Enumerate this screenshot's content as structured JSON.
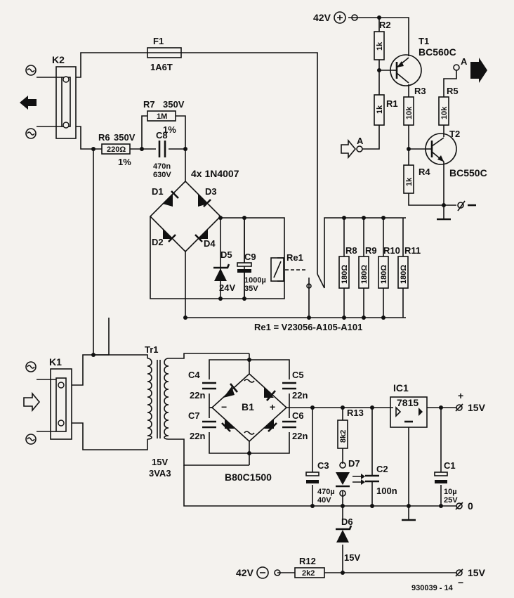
{
  "title": "",
  "figure_id": "930039 - 14",
  "supplies": {
    "plus42": "42V",
    "minus42": "42V",
    "out_plus": "15V",
    "out_zero": "0",
    "out_minus": "15V",
    "plus_sign": "+",
    "minus_sign": "−"
  },
  "connectors": {
    "k1": "K1",
    "k2": "K2",
    "node_a": "A"
  },
  "fuse": {
    "name": "F1",
    "value": "1A6T"
  },
  "resistors": {
    "r1": {
      "name": "R1",
      "value": "1k"
    },
    "r2": {
      "name": "R2",
      "value": "1k"
    },
    "r3": {
      "name": "R3",
      "value": "10k"
    },
    "r4": {
      "name": "R4",
      "value": "1k"
    },
    "r5": {
      "name": "R5",
      "value": "10k"
    },
    "r6": {
      "name": "R6",
      "value": "220Ω",
      "rating": "350V",
      "tol": "1%"
    },
    "r7": {
      "name": "R7",
      "value": "1M",
      "rating": "350V",
      "tol": "1%"
    },
    "r8": {
      "name": "R8",
      "value": "180Ω"
    },
    "r9": {
      "name": "R9",
      "value": "180Ω"
    },
    "r10": {
      "name": "R10",
      "value": "180Ω"
    },
    "r11": {
      "name": "R11",
      "value": "180Ω"
    },
    "r12": {
      "name": "R12",
      "value": "2k2"
    },
    "r13": {
      "name": "R13",
      "value": "8k2"
    }
  },
  "capacitors": {
    "c1": {
      "name": "C1",
      "value": "10µ",
      "rating": "25V"
    },
    "c2": {
      "name": "C2",
      "value": "100n"
    },
    "c3": {
      "name": "C3",
      "value": "470µ",
      "rating": "40V"
    },
    "c4": {
      "name": "C4",
      "value": "22n"
    },
    "c5": {
      "name": "C5",
      "value": "22n"
    },
    "c6": {
      "name": "C6",
      "value": "22n"
    },
    "c7": {
      "name": "C7",
      "value": "22n"
    },
    "c8": {
      "name": "C8",
      "value": "470n",
      "rating": "630V"
    },
    "c9": {
      "name": "C9",
      "value": "1000µ",
      "rating": "35V"
    }
  },
  "diodes": {
    "bridge_note": "4x 1N4007",
    "d1": "D1",
    "d2": "D2",
    "d3": "D3",
    "d4": "D4",
    "d5": {
      "name": "D5",
      "value": "24V"
    },
    "d6": {
      "name": "D6",
      "value": "15V"
    },
    "d7": "D7"
  },
  "transistors": {
    "t1": {
      "name": "T1",
      "type": "BC560C"
    },
    "t2": {
      "name": "T2",
      "type": "BC550C"
    }
  },
  "relay": {
    "name": "Re1",
    "spec": "Re1 = V23056-A105-A101"
  },
  "transformer": {
    "name": "Tr1",
    "voltage": "15V",
    "rating": "3VA3"
  },
  "bridge_b1": {
    "name": "B1",
    "type": "B80C1500",
    "plus": "+",
    "minus": "−"
  },
  "regulator": {
    "name": "IC1",
    "type": "7815"
  }
}
